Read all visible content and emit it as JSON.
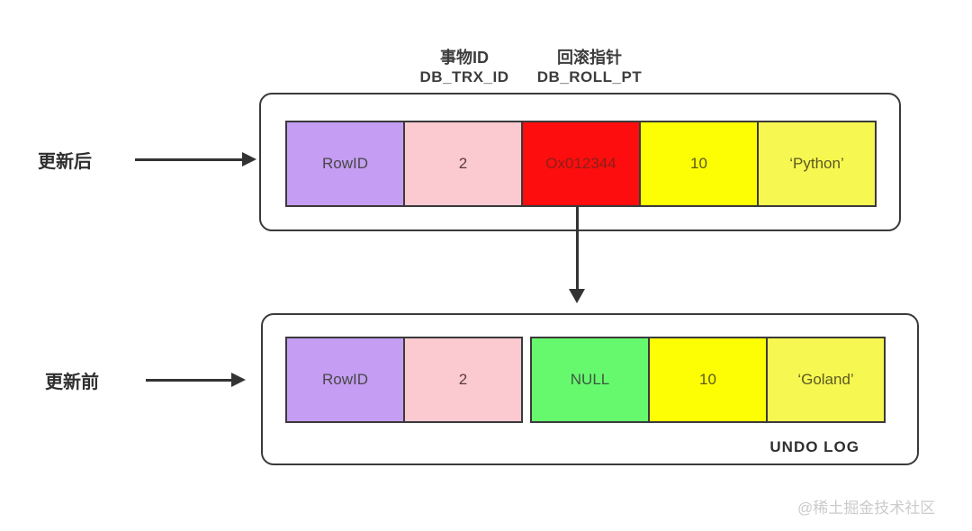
{
  "diagram": {
    "column_headers": [
      {
        "cn": "事物ID",
        "en": "DB_TRX_ID"
      },
      {
        "cn": "回滚指针",
        "en": "DB_ROLL_PT"
      }
    ],
    "after_update": {
      "side_label": "更新后",
      "cells": [
        {
          "name": "row-id",
          "text": "RowID",
          "color": "#c59df3"
        },
        {
          "name": "trx-id",
          "text": "2",
          "color": "#fbc9d0"
        },
        {
          "name": "roll-pointer",
          "text": "Ox012344",
          "color": "#fd0d0d"
        },
        {
          "name": "age",
          "text": "10",
          "color": "#fdfd04"
        },
        {
          "name": "value",
          "text": "‘Python’",
          "color": "#f7f751"
        }
      ]
    },
    "before_update": {
      "side_label": "更新前",
      "box_label": "UNDO LOG",
      "cells": [
        {
          "name": "row-id",
          "text": "RowID",
          "color": "#c59df3"
        },
        {
          "name": "trx-id",
          "text": "2",
          "color": "#fbc9d0"
        },
        {
          "name": "roll-pointer",
          "text": "NULL",
          "color": "#66f96e"
        },
        {
          "name": "age",
          "text": "10",
          "color": "#fdfd04"
        },
        {
          "name": "value",
          "text": "‘Goland’",
          "color": "#f7f751"
        }
      ]
    },
    "watermark": "@稀土掘金技术社区"
  }
}
